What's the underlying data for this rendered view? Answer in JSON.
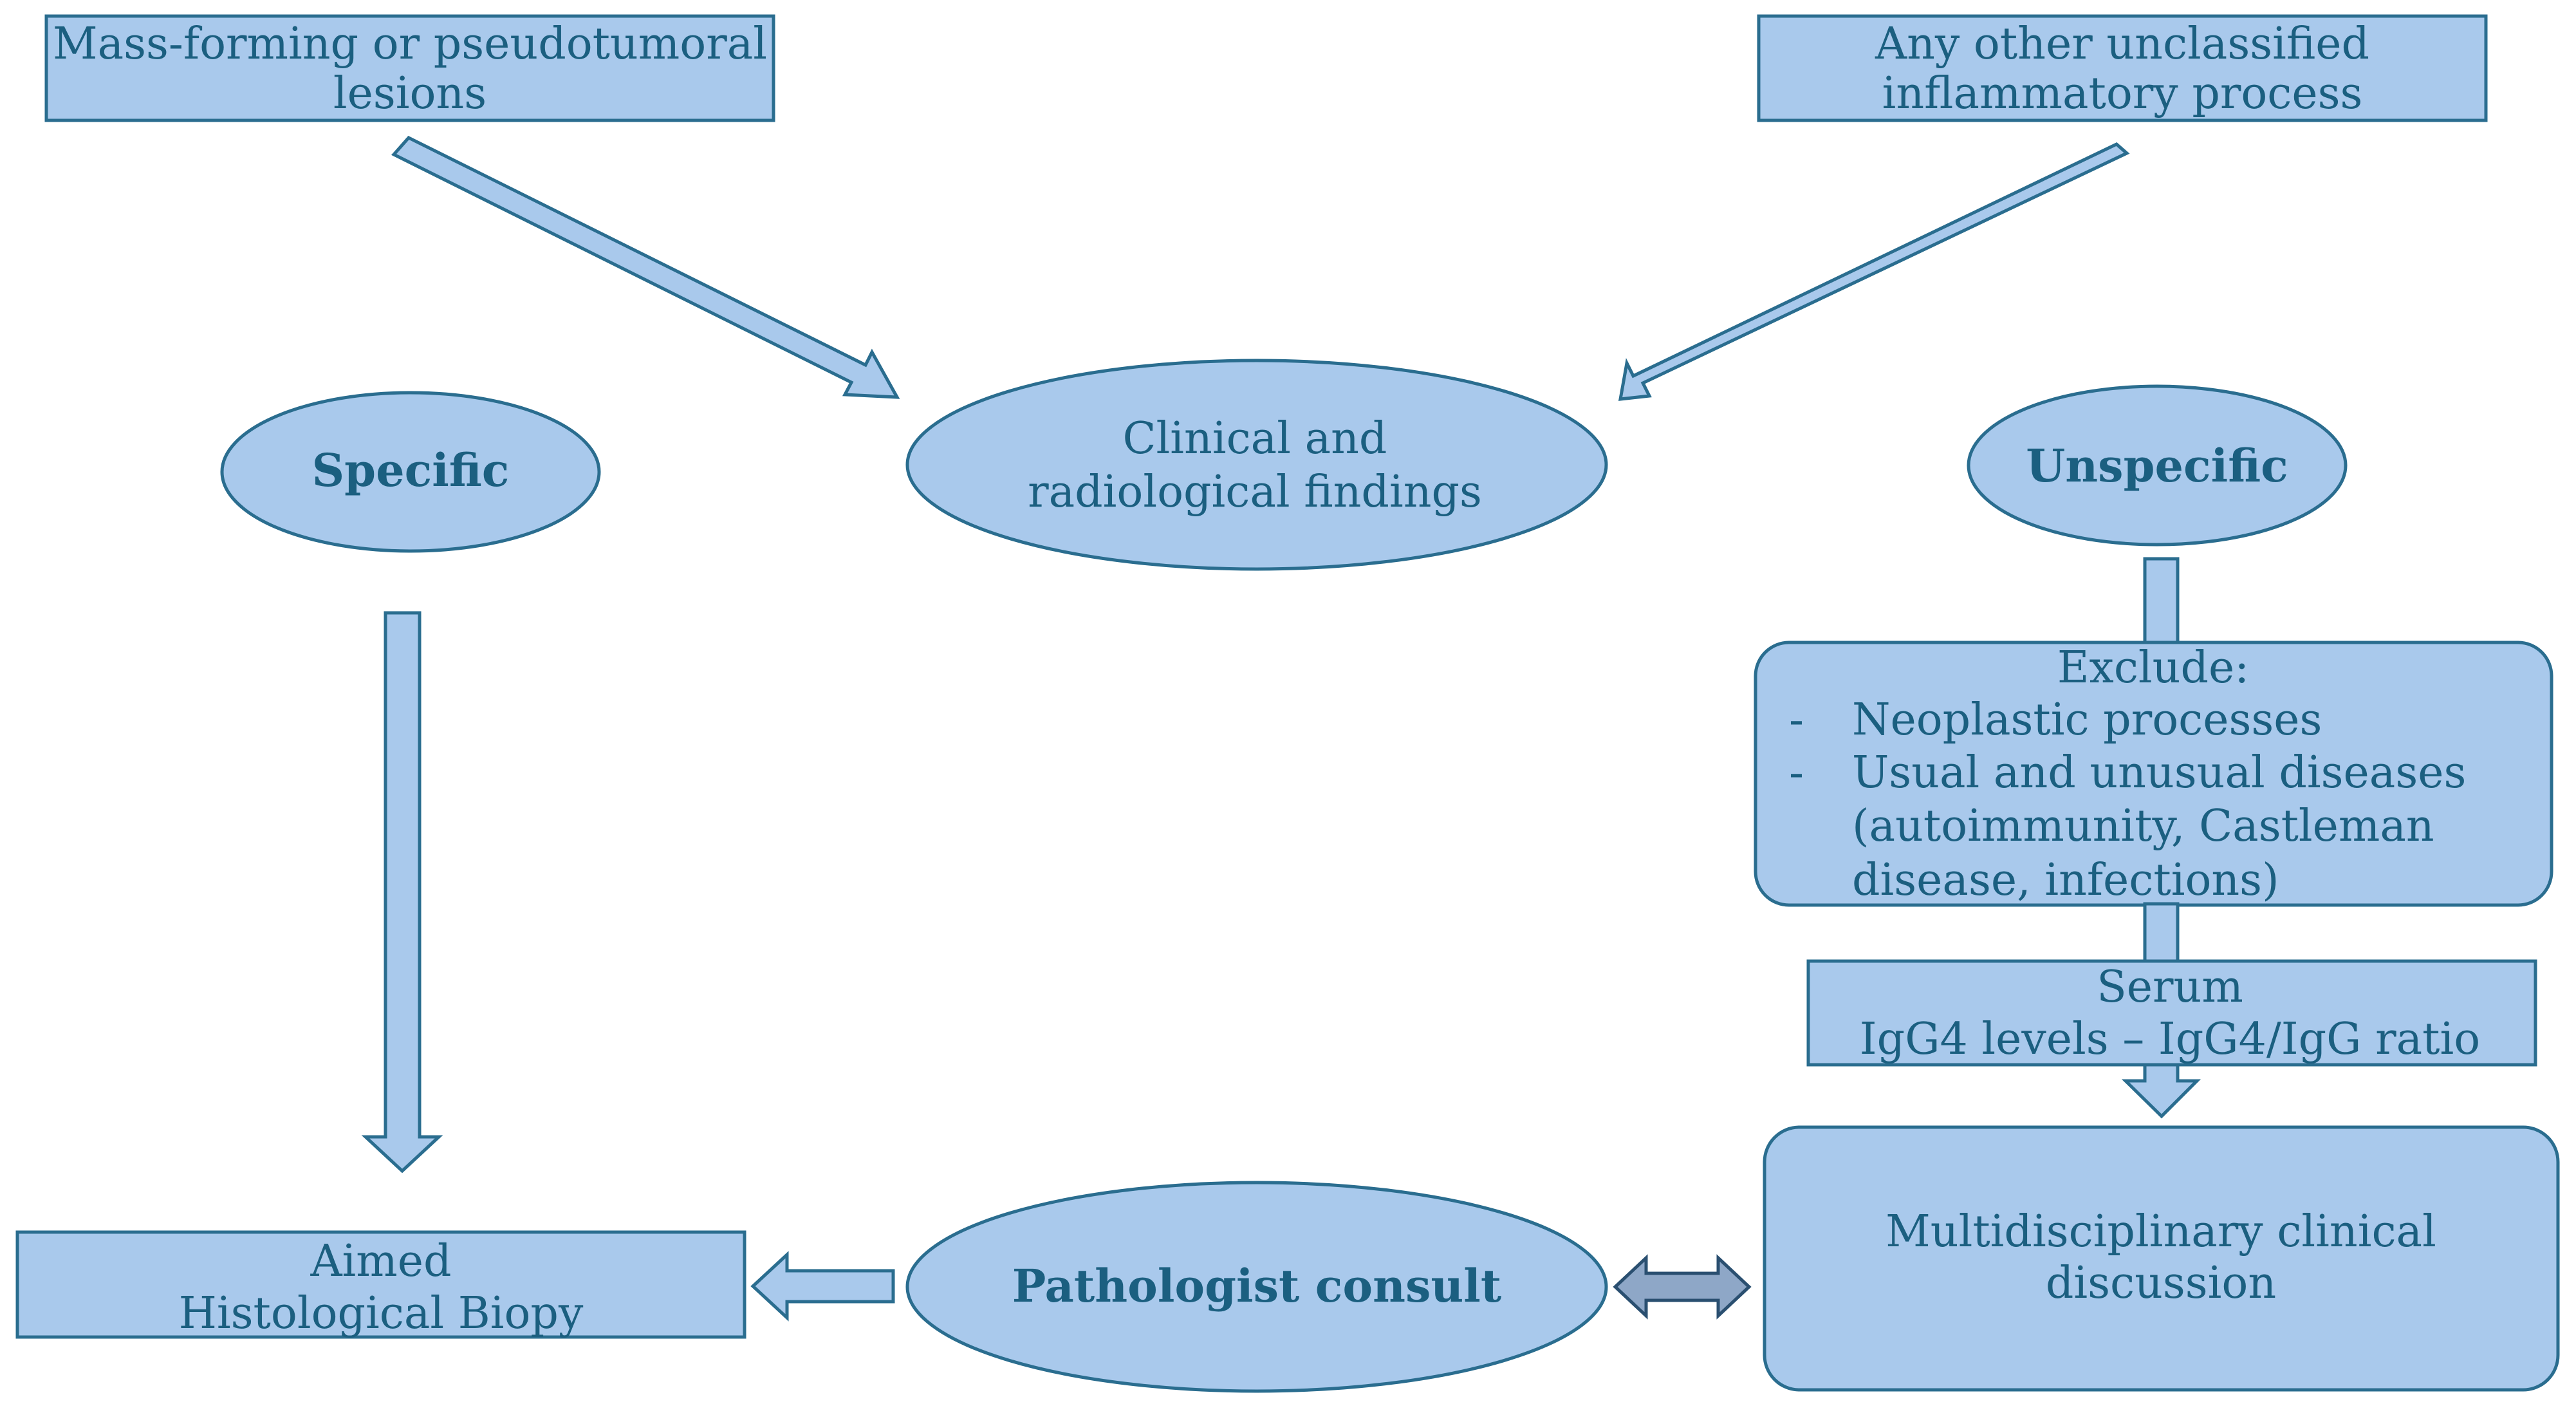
{
  "colors": {
    "fill": "#a9c9ec",
    "stroke": "#2a6d8f",
    "text": "#1b5f80",
    "double_arrow_fill": "#8ea7c7"
  },
  "nodes": {
    "mass_forming": {
      "lines": [
        "Mass-forming or pseudotumoral",
        "lesions"
      ]
    },
    "unclassified": {
      "lines": [
        "Any other unclassified",
        "inflammatory process"
      ]
    },
    "clinical": {
      "lines": [
        "Clinical and",
        "radiological findings"
      ]
    },
    "specific": {
      "label": "Specific"
    },
    "unspecific": {
      "label": "Unspecific"
    },
    "exclude": {
      "title": "Exclude:",
      "bullet": "-",
      "item1": "Neoplastic processes",
      "item2_lines": [
        "Usual and unusual diseases",
        "(autoimmunity, Castleman",
        "disease, infections)"
      ]
    },
    "serum": {
      "lines": [
        "Serum",
        "IgG4 levels – IgG4/IgG ratio"
      ]
    },
    "multidisciplinary": {
      "lines": [
        "Multidisciplinary clinical",
        "discussion"
      ]
    },
    "pathologist": {
      "label": "Pathologist consult"
    },
    "biopsy": {
      "lines": [
        "Aimed",
        "Histological Biopy"
      ]
    }
  }
}
